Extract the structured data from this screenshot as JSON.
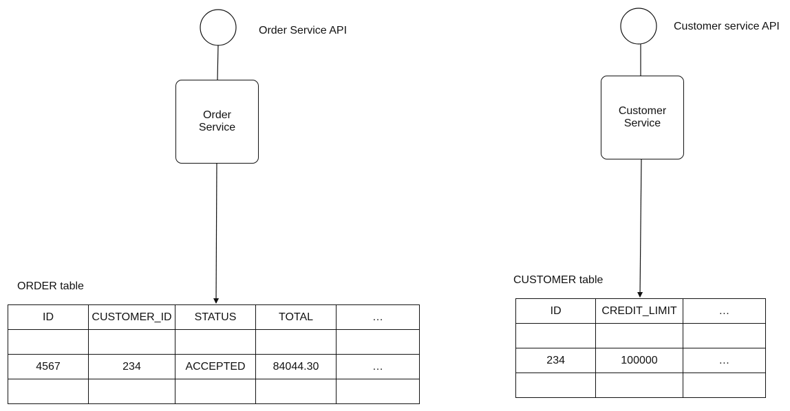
{
  "order_service": {
    "api_label": "Order Service API",
    "service_line1": "Order",
    "service_line2": "Service",
    "table_caption": "ORDER table",
    "table_rows": [
      [
        "ID",
        "CUSTOMER_ID",
        "STATUS",
        "TOTAL",
        "…"
      ],
      [
        "",
        "",
        "",
        "",
        ""
      ],
      [
        "4567",
        "234",
        "ACCEPTED",
        "84044.30",
        "…"
      ],
      [
        "",
        "",
        "",
        "",
        ""
      ]
    ]
  },
  "customer_service": {
    "api_label": "Customer service API",
    "service_line1": "Customer",
    "service_line2": "Service",
    "table_caption": "CUSTOMER table",
    "table_rows": [
      [
        "ID",
        "CREDIT_LIMIT",
        "…"
      ],
      [
        "",
        "",
        ""
      ],
      [
        "234",
        "100000",
        "…"
      ],
      [
        "",
        "",
        ""
      ]
    ]
  }
}
